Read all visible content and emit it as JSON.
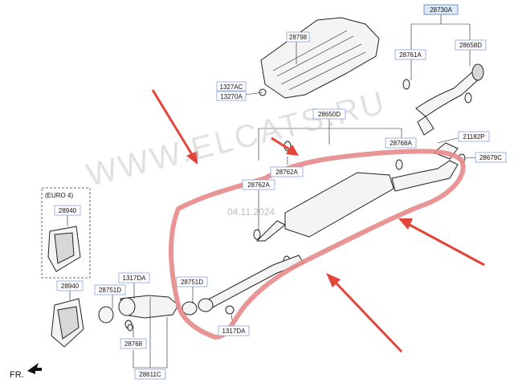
{
  "labels": {
    "p28730A": "28730A",
    "p28798": "28798",
    "p28761A": "28761A",
    "p28658D": "28658D",
    "p1327AC": "1327AC",
    "p13270A": "13270A",
    "p28650D": "28650D",
    "p21182P": "21182P",
    "p28768A": "28768A",
    "p28679C": "28679C",
    "p28762A_a": "28762A",
    "p28762A_b": "28762A",
    "euro4": "(EURO 4)",
    "p28940_a": "28940",
    "p28940_b": "28940",
    "p1317DA_a": "1317DA",
    "p28751D_a": "28751D",
    "p28751D_b": "28751D",
    "p28768": "28768",
    "p28611C": "28611C",
    "p1317DA_b": "1317DA"
  },
  "watermark": {
    "text": "WWW.ELCATS.RU",
    "date": "04.11.2024"
  },
  "orientation": {
    "label": "FR."
  },
  "highlight": {
    "outline_color": "#e88a8a",
    "arrow_color": "#e2463a"
  }
}
